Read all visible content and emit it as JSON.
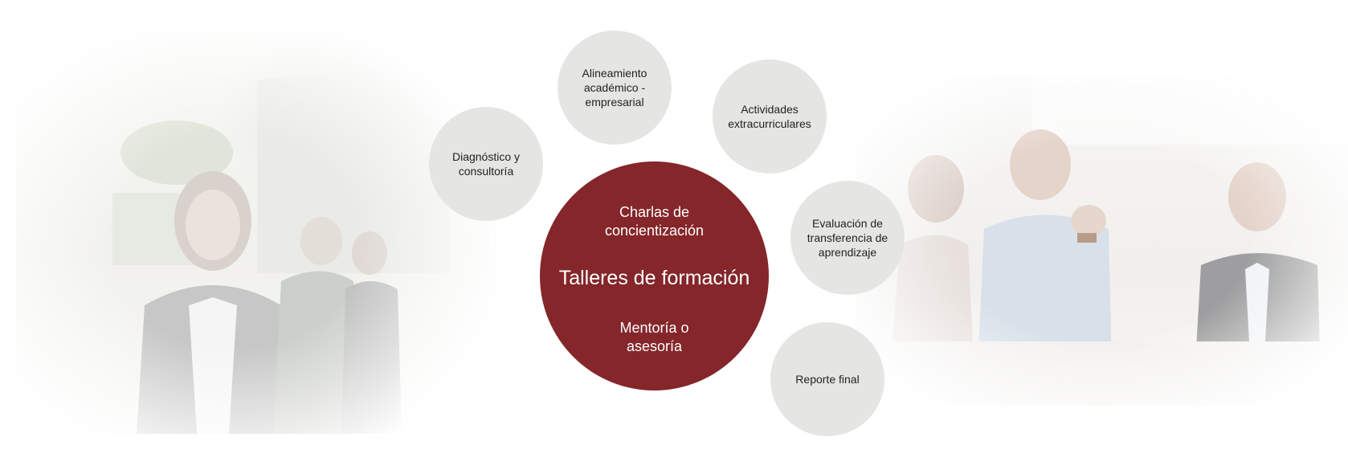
{
  "diagram": {
    "center": {
      "top_label": "Charlas de\nconcientización",
      "main_label": "Talleres de formación",
      "bottom_label": "Mentoría o\nasesoría",
      "color": "#84262a"
    },
    "satellites": [
      {
        "label": "Diagnóstico y\nconsultoría"
      },
      {
        "label": "Alineamiento\nacadémico -\nempresarial"
      },
      {
        "label": "Actividades\nextracurriculares"
      },
      {
        "label": "Evaluación de\ntransferencia de\naprendizaje"
      },
      {
        "label": "Reporte final"
      }
    ],
    "satellite_color": "#e5e5e4"
  }
}
